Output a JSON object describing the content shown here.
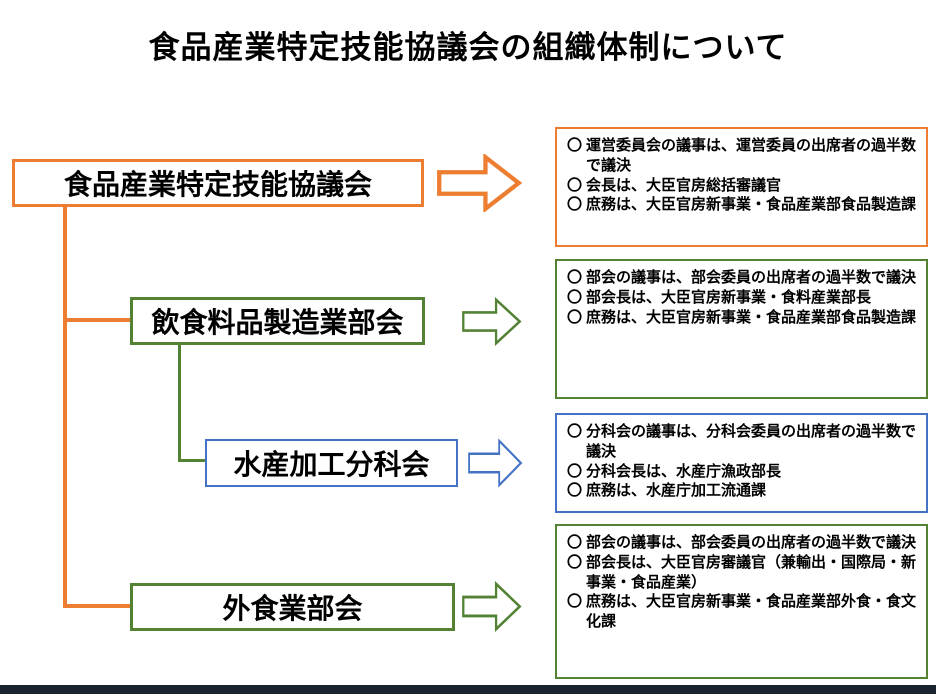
{
  "title": "食品産業特定技能協議会の組織体制について",
  "bullet_char": "〇",
  "colors": {
    "orange": "#ED7D31",
    "green": "#548235",
    "blue": "#4472C4",
    "bottom_bar": "#1A2430",
    "text": "#000000",
    "box_fill": "#FFFFFF"
  },
  "nodes": {
    "council": {
      "label": "食品産業特定技能協議会"
    },
    "food_manufacturing": {
      "label": "飲食料品製造業部会"
    },
    "seafood_processing": {
      "label": "水産加工分科会"
    },
    "restaurant": {
      "label": "外食業部会"
    }
  },
  "details": {
    "council": {
      "items": [
        "運営委員会の議事は、運営委員の出席者の過半数で議決",
        "会長は、大臣官房総括審議官",
        "庶務は、大臣官房新事業・食品産業部食品製造課"
      ]
    },
    "food_manufacturing": {
      "items": [
        "部会の議事は、部会委員の出席者の過半数で議決",
        "部会長は、大臣官房新事業・食料産業部長",
        "庶務は、大臣官房新事業・食品産業部食品製造課"
      ]
    },
    "seafood_processing": {
      "items": [
        "分科会の議事は、分科会委員の出席者の過半数で議決",
        "分科会長は、水産庁漁政部長",
        "庶務は、水産庁加工流通課"
      ]
    },
    "restaurant": {
      "items": [
        "部会の議事は、部会委員の出席者の過半数で議決",
        "部会長は、大臣官房審議官（兼輸出・国際局・新事業・食品産業）",
        "庶務は、大臣官房新事業・食品産業部外食・食文化課"
      ]
    }
  }
}
